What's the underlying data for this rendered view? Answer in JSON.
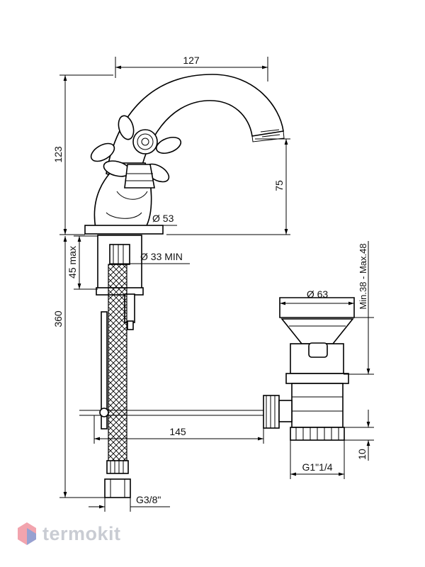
{
  "dimensions": {
    "spout_reach": "127",
    "total_height": "123",
    "spout_height": "75",
    "base_diameter": "Ø 53",
    "hole_diameter": "Ø 33 MIN",
    "max_deck": "45 max",
    "hose_length": "360",
    "drain_diameter": "Ø 63",
    "drain_range": "Min.38 - Max.48",
    "rod_length": "145",
    "drain_thread": "G1\"1/4",
    "drain_thread_height": "10",
    "hose_thread": "G3/8\""
  },
  "brand": {
    "name": "termokit",
    "logo_colors": [
      "#e85a6c",
      "#5aa0e8"
    ]
  },
  "colors": {
    "line": "#000000",
    "watermark": "#c9ccd3"
  }
}
